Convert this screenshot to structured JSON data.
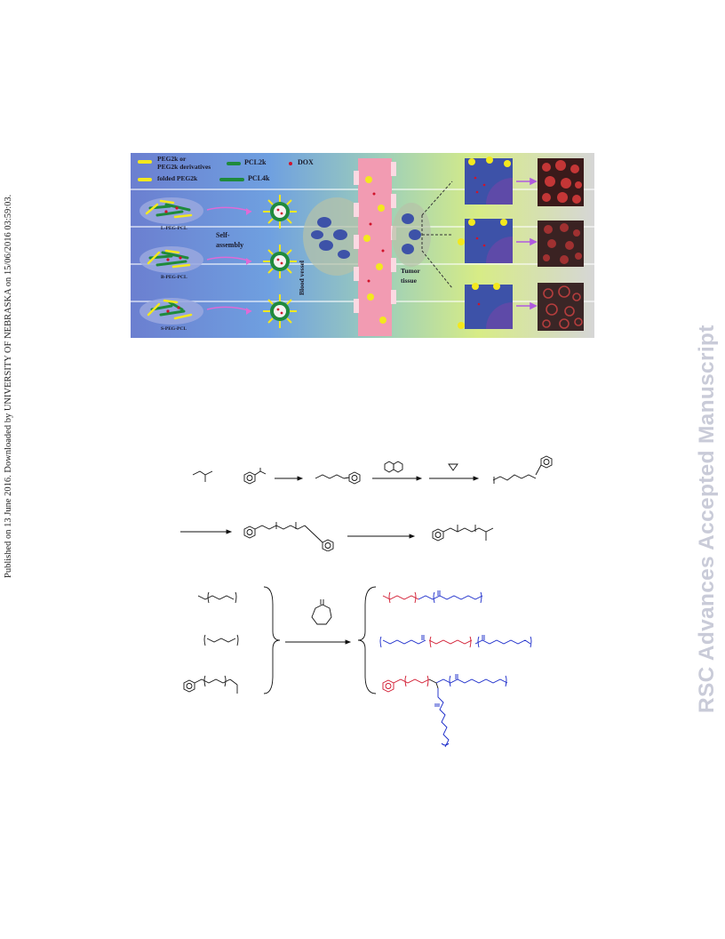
{
  "side_note": "Published on 13 June 2016. Downloaded by UNIVERSITY OF NEBRASKA on 15/06/2016 03:59:03.",
  "watermark": "RSC Advances Accepted Manuscript",
  "figure": {
    "legend": {
      "peg": "PEG2k or",
      "peg_derivatives": "PEG2k derivatives",
      "folded_peg": "folded PEG2k",
      "pcl2k": "PCL2k",
      "pcl4k": "PCL4k",
      "dox": "DOX"
    },
    "polymers": [
      "L-PEG-PCL",
      "B-PEG-PCL",
      "S-PEG-PCL"
    ],
    "self_assembly": [
      "Self-",
      "assembly"
    ],
    "blood_vessel": "Blood vessel",
    "tumor": [
      "Tumor",
      "tissue"
    ],
    "colors": {
      "peg": "#f3e81e",
      "pcl": "#1f8a3c",
      "dox": "#d0132a",
      "vessel": "#f29bb2",
      "cell": "#3d52a8",
      "arrow": "#c04ad8"
    }
  },
  "scheme1": {
    "catalyst_label": "",
    "heat_label": ""
  },
  "scheme2": {
    "colors": {
      "black": "#111111",
      "peg": "#d0132a",
      "pcl": "#1526c9"
    }
  }
}
